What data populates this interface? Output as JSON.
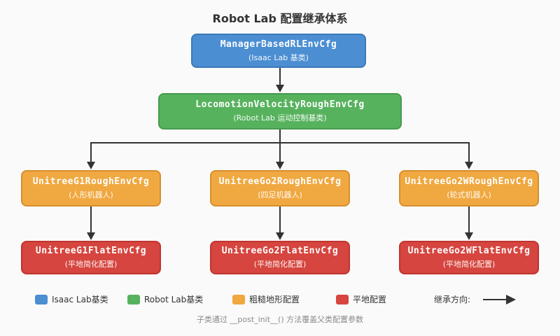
{
  "title": "Robot Lab 配置继承体系",
  "nodes": {
    "root": {
      "name": "ManagerBasedRLEnvCfg",
      "subtitle": "(Isaac Lab 基类)",
      "color": "#4b8ed2"
    },
    "base": {
      "name": "LocomotionVelocityRoughEnvCfg",
      "subtitle": "(Robot Lab 运动控制基类)",
      "color": "#57b25e"
    },
    "rough": [
      {
        "name": "UnitreeG1RoughEnvCfg",
        "subtitle": "(人形机器人)",
        "color": "#f0a840"
      },
      {
        "name": "UnitreeGo2RoughEnvCfg",
        "subtitle": "(四足机器人)",
        "color": "#f0a840"
      },
      {
        "name": "UnitreeGo2WRoughEnvCfg",
        "subtitle": "(轮式机器人)",
        "color": "#f0a840"
      }
    ],
    "flat": [
      {
        "name": "UnitreeG1FlatEnvCfg",
        "subtitle": "(平地简化配置)",
        "color": "#d6453f"
      },
      {
        "name": "UnitreeGo2FlatEnvCfg",
        "subtitle": "(平地简化配置)",
        "color": "#d6453f"
      },
      {
        "name": "UnitreeGo2WFlatEnvCfg",
        "subtitle": "(平地简化配置)",
        "color": "#d6453f"
      }
    ]
  },
  "legend": {
    "items": [
      {
        "label": "Isaac Lab基类",
        "color": "#4b8ed2"
      },
      {
        "label": "Robot Lab基类",
        "color": "#57b25e"
      },
      {
        "label": "粗糙地形配置",
        "color": "#f0a840"
      },
      {
        "label": "平地配置",
        "color": "#d6453f"
      }
    ],
    "direction_label": "继承方向:"
  },
  "footnote": "子类通过 __post_init__() 方法覆盖父类配置参数",
  "colors": {
    "background": "#fafafa",
    "arrow": "#333333",
    "text": "#333333",
    "footnote": "#8a8a8a"
  }
}
